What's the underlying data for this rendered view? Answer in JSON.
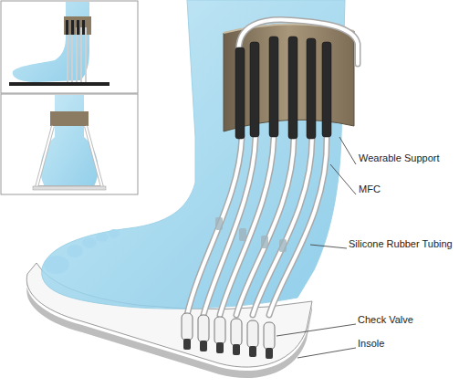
{
  "diagram": {
    "labels": [
      "Wearable Support",
      "MFC",
      "Silicone Rubber Tubing",
      "Check Valve",
      "Insole"
    ]
  }
}
